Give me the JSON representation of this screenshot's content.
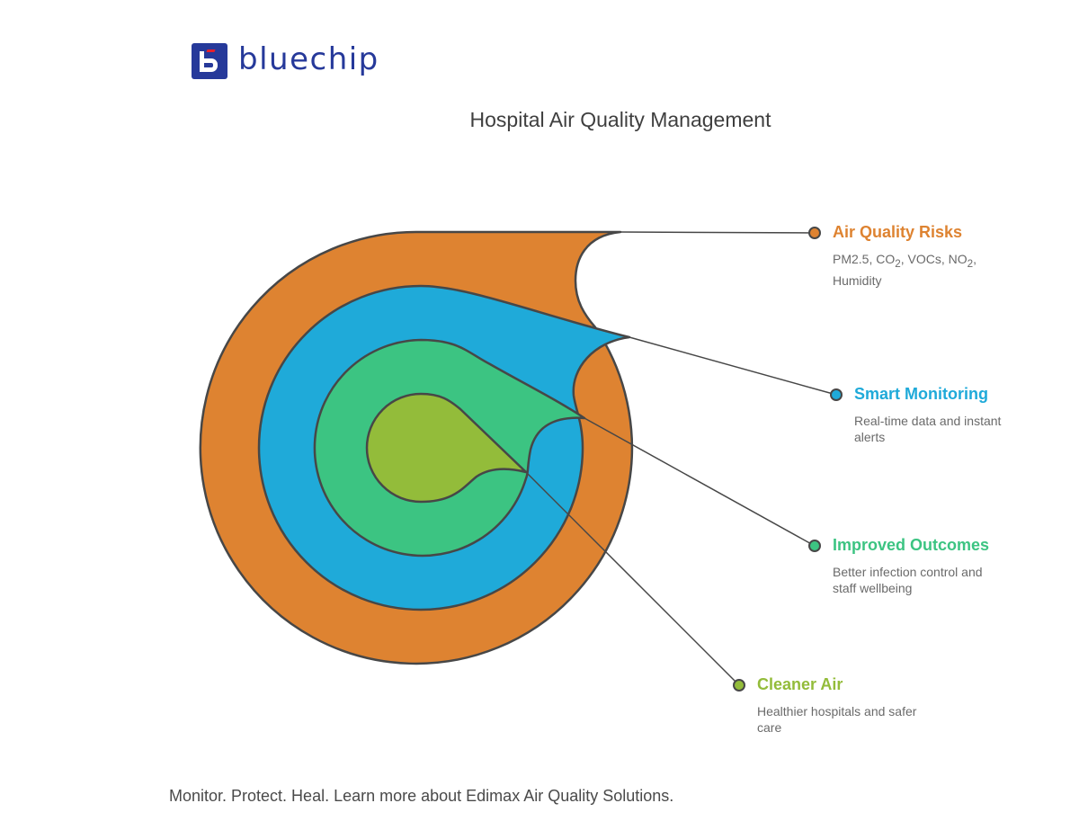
{
  "brand": {
    "name": "bluechip",
    "icon": "bluechip-b-logo-icon",
    "color": "#26399a",
    "accent": "#e4202e"
  },
  "title": "Hospital Air Quality Management",
  "layers": [
    {
      "id": "air-quality-risks",
      "label": "Air Quality Risks",
      "desc_html": "PM2.5, CO<sub>2</sub>, VOCs, NO<sub>2</sub>, Humidity",
      "color": "#de8331"
    },
    {
      "id": "smart-monitoring",
      "label": "Smart Monitoring",
      "desc_html": "Real-time data and instant alerts",
      "color": "#1faad9"
    },
    {
      "id": "improved-outcomes",
      "label": "Improved Outcomes",
      "desc_html": "Better infection control and staff wellbeing",
      "color": "#3cc482"
    },
    {
      "id": "cleaner-air",
      "label": "Cleaner Air",
      "desc_html": "Healthier hospitals and safer care",
      "color": "#93bc3a"
    }
  ],
  "outline_color": "#474747",
  "footer": "Monitor. Protect. Heal. Learn more about Edimax Air Quality Solutions."
}
